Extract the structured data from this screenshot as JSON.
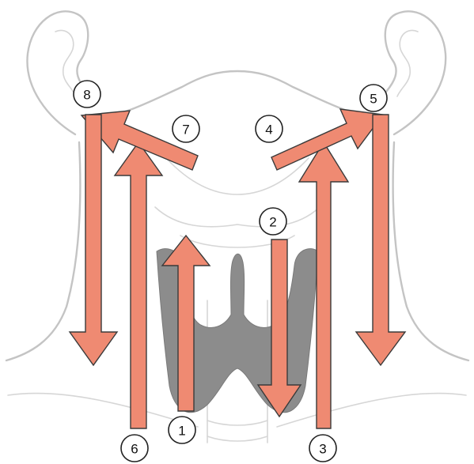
{
  "diagram": {
    "labels": [
      "1",
      "2",
      "3",
      "4",
      "5",
      "6",
      "7",
      "8"
    ]
  },
  "colors": {
    "arrow_fill": "#ef8a72",
    "arrow_stroke": "#3a3a3a",
    "thyroid": "#8c8c8c",
    "outline": "#c4c4c4"
  }
}
